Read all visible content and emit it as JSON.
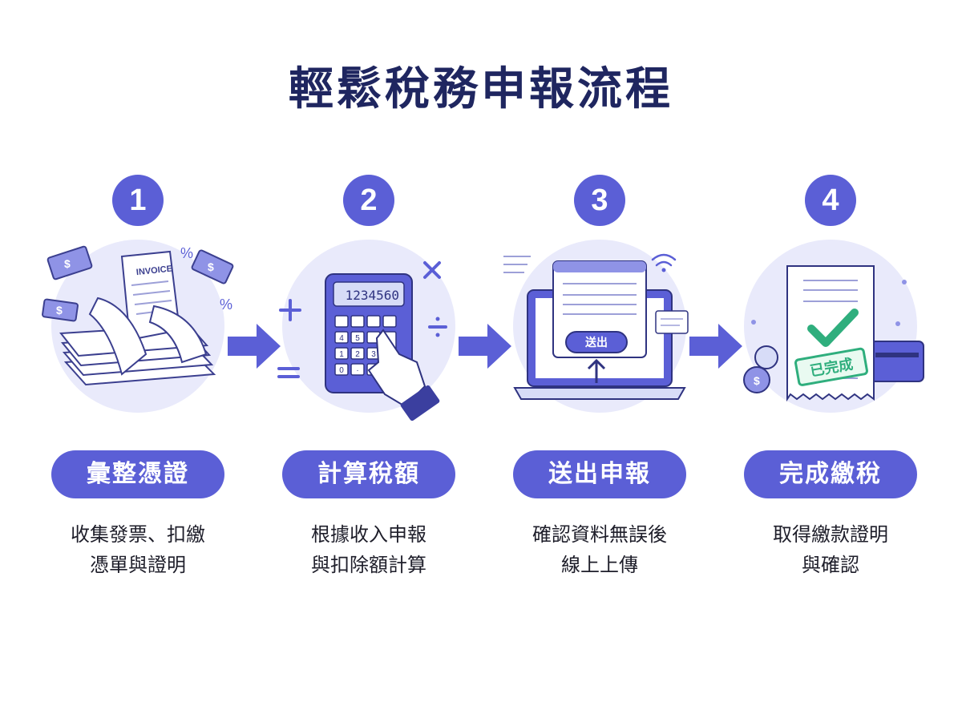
{
  "title": "輕鬆稅務申報流程",
  "colors": {
    "accent": "#5b5fd6",
    "title": "#1f2660",
    "success": "#2fae7d",
    "light": "#e9eafb"
  },
  "steps": [
    {
      "number": "1",
      "label": "彙整憑證",
      "desc": [
        "收集發票、扣繳",
        "憑單與證明"
      ],
      "icon": "receipts-invoice-icon",
      "invoice_text": "INVOICE"
    },
    {
      "number": "2",
      "label": "計算稅額",
      "desc": [
        "根據收入申報",
        "與扣除額計算"
      ],
      "icon": "calculator-icon",
      "display": "1234560"
    },
    {
      "number": "3",
      "label": "送出申報",
      "desc": [
        "確認資料無誤後",
        "線上上傳"
      ],
      "icon": "laptop-submit-icon",
      "submit": "送出"
    },
    {
      "number": "4",
      "label": "完成繳稅",
      "desc": [
        "取得繳款證明",
        "與確認"
      ],
      "icon": "receipt-complete-icon",
      "stamp": "已完成"
    }
  ]
}
